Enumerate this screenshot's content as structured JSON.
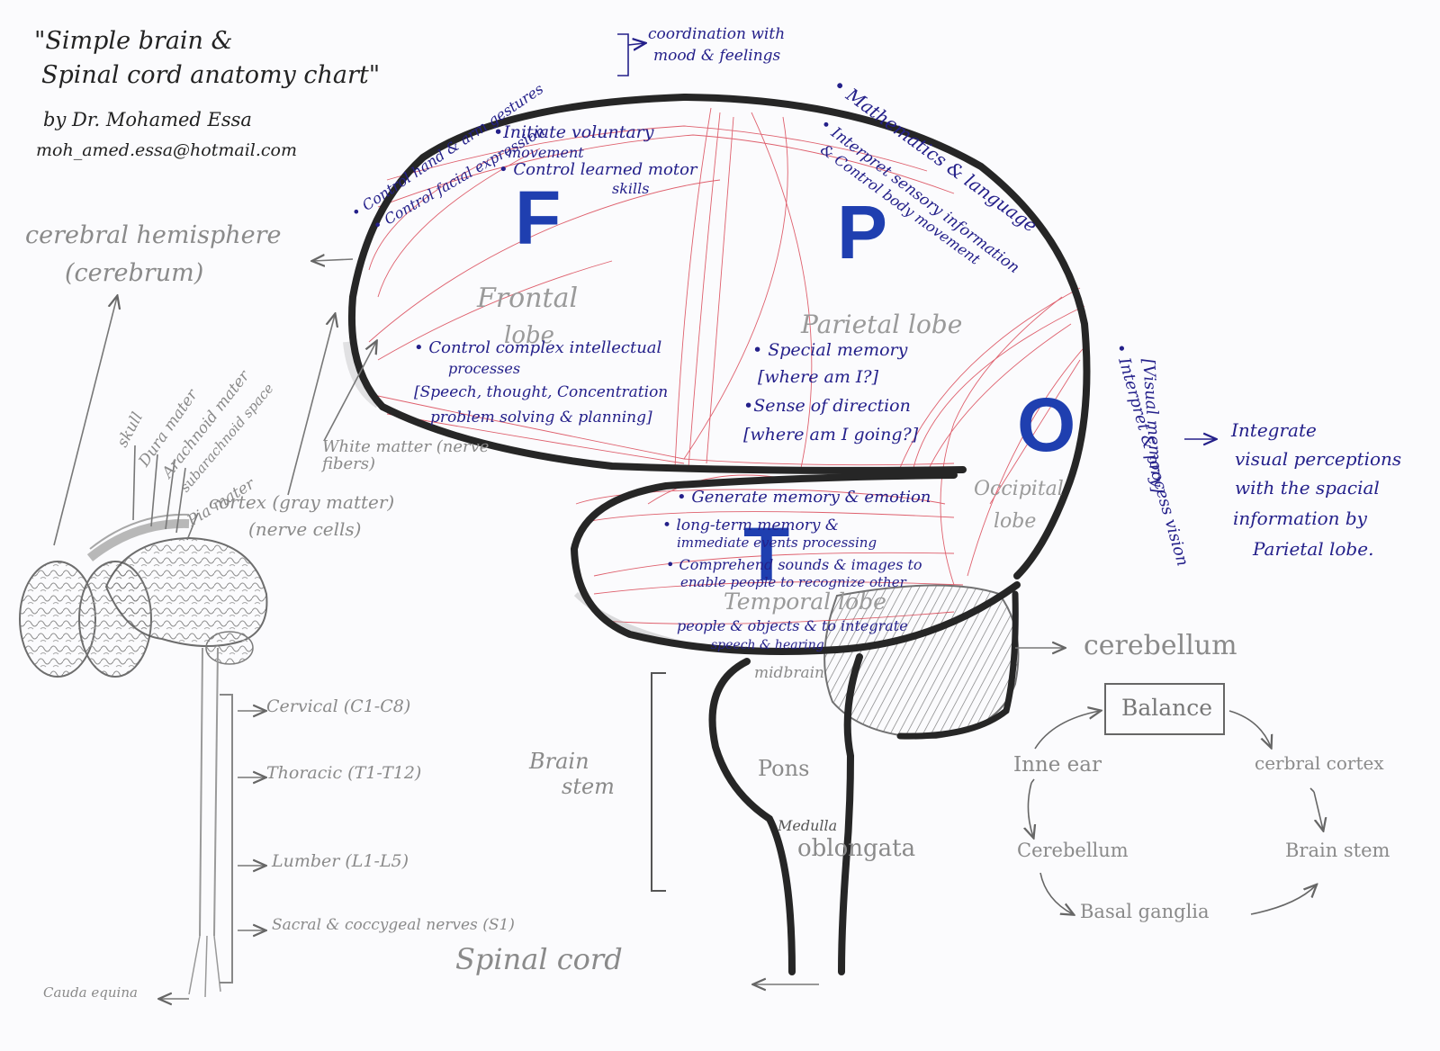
{
  "header": {
    "title_line1": "\"Simple brain &",
    "title_line2": "Spinal cord anatomy chart\"",
    "author": "by Dr. Mohamed Essa",
    "email": "moh_amed.essa@hotmail.com"
  },
  "left_labels": {
    "cerebral_hemisphere": "cerebral hemisphere",
    "cerebrum": "(cerebrum)",
    "skull": "skull",
    "dura_mater": "Dura mater",
    "arachnoid_mater": "Arachnoid mater",
    "subarachnoid_space": "subarachnoid space",
    "pia_mater": "Pia mater",
    "cortex": "cortex (gray matter)",
    "nerve_cells": "(nerve cells)",
    "white_matter": "White matter (nerve fibers)"
  },
  "spinal": {
    "cervical": "Cervical (C1-C8)",
    "thoracic": "Thoracic (T1-T12)",
    "lumber": "Lumber (L1-L5)",
    "sacral": "Sacral & coccygeal nerves (S1)",
    "cauda_equina": "Cauda equina",
    "spinal_cord": "Spinal cord"
  },
  "frontal": {
    "letter": "F",
    "name_line1": "Frontal",
    "name_line2": "lobe",
    "top_notes": [
      "• Control hand & arm gestures",
      "• Control facial expression"
    ],
    "coordination_line1": "coordination with",
    "coordination_line2": "mood & feelings",
    "notes": [
      "•Initiate voluntary",
      "movement",
      "• Control learned motor",
      "skills"
    ],
    "complex": [
      "• Control complex intellectual",
      "processes",
      "[Speech, thought, Concentration",
      "problem solving & planning]"
    ]
  },
  "parietal": {
    "letter": "P",
    "name": "Parietal lobe",
    "math": "• Mathematics & language",
    "interpret_line1": "• Interpret sensory information",
    "interpret_line2": "& Control body movement",
    "notes": [
      "• Special memory",
      "[where am I?]",
      "•Sense of direction",
      "[where am I going?]"
    ]
  },
  "occipital": {
    "letter": "O",
    "name_line1": "Occipital",
    "name_line2": "lobe",
    "visual_memory": "[Visual memory]",
    "interpret_vision": "• Interpret & process vision",
    "integrate": [
      "Integrate",
      "visual perceptions",
      "with the spacial",
      "information by",
      "Parietal lobe."
    ]
  },
  "temporal": {
    "letter": "T",
    "name": "Temporal lobe",
    "notes": [
      "• Generate memory & emotion",
      "• long-term memory &",
      "immediate events processing",
      "• Comprehend sounds & images to",
      "enable people to recognize other",
      "people & objects & to integrate",
      "speech & hearing"
    ]
  },
  "brainstem": {
    "cerebellum": "cerebellum",
    "midbrain": "midbrain",
    "pons": "Pons",
    "medulla_line1": "Medulla",
    "medulla_line2": "oblongata",
    "brain_stem_line1": "Brain",
    "brain_stem_line2": "stem"
  },
  "balance": {
    "balance": "Balance",
    "inner_ear": "Inne ear",
    "cerebral_cortex": "cerbral cortex",
    "cerebellum": "Cerebellum",
    "brain_stem": "Brain stem",
    "basal_ganglia": "Basal ganglia"
  }
}
